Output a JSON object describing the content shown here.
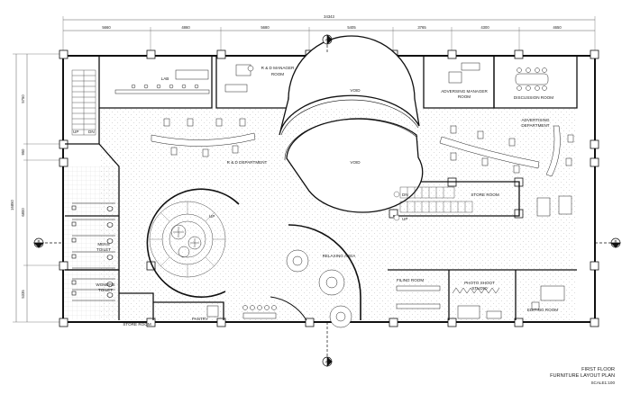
{
  "dimensions": {
    "overall_width": "34343",
    "top_segments": [
      "5660",
      "4860",
      "5680",
      "5405",
      "3765",
      "4300",
      "4650"
    ],
    "overall_height": "16850",
    "left_segments": [
      "5750",
      "950",
      "6800",
      "5335"
    ]
  },
  "rooms": {
    "lab": "LAB",
    "rd_manager": [
      "R & D MANAGER",
      "ROOM"
    ],
    "void_upper": "VOID",
    "void_lower": "VOID",
    "adv_manager": [
      "ADVERSING MANAGER",
      "ROOM"
    ],
    "discussion": "DISCUSSION ROOM",
    "adv_department": [
      "ADVERTISING",
      "DEPARTMENT"
    ],
    "rd_department": "R & D DEPARTMENT",
    "store_room_east": "STORE ROOM",
    "mens_toilet": [
      "MENS",
      "TOILET"
    ],
    "womens_toilet": [
      "WOMENS",
      "TOILET"
    ],
    "relaxing_area": "RELAXING AREA",
    "filing_room": "FILING ROOM",
    "photo_shoot": [
      "PHOTO SHOOT",
      "STUDIO"
    ],
    "editing_room": "EDITING ROOM",
    "store_room_west": "STORE ROOM",
    "pantry": "PANTRY"
  },
  "stair_labels": {
    "up_west": "UP",
    "dn_west": "DN",
    "dn_east": "DN",
    "up_east": "UP",
    "up_spiral": "UP"
  },
  "section_markers": {
    "a_top": "A",
    "a_bottom": "A",
    "b_left": "B",
    "b_right": "B"
  },
  "title_block": {
    "line1": "FIRST FLOOR",
    "line2": "FURNITURE LAYOUT PLAN",
    "scale": "SCALE1:100"
  }
}
